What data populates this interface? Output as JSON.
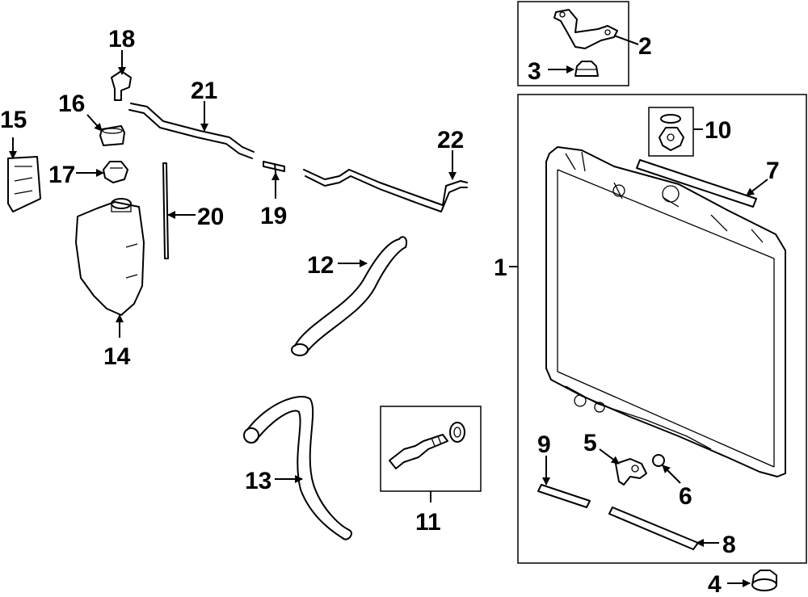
{
  "diagram": {
    "colors": {
      "line": "#000000",
      "background": "#ffffff"
    },
    "callouts": [
      {
        "id": "1",
        "label": "1"
      },
      {
        "id": "2",
        "label": "2"
      },
      {
        "id": "3",
        "label": "3"
      },
      {
        "id": "4",
        "label": "4"
      },
      {
        "id": "5",
        "label": "5"
      },
      {
        "id": "6",
        "label": "6"
      },
      {
        "id": "7",
        "label": "7"
      },
      {
        "id": "8",
        "label": "8"
      },
      {
        "id": "9",
        "label": "9"
      },
      {
        "id": "10",
        "label": "10"
      },
      {
        "id": "11",
        "label": "11"
      },
      {
        "id": "12",
        "label": "12"
      },
      {
        "id": "13",
        "label": "13"
      },
      {
        "id": "14",
        "label": "14"
      },
      {
        "id": "15",
        "label": "15"
      },
      {
        "id": "16",
        "label": "16"
      },
      {
        "id": "17",
        "label": "17"
      },
      {
        "id": "18",
        "label": "18"
      },
      {
        "id": "19",
        "label": "19"
      },
      {
        "id": "20",
        "label": "20"
      },
      {
        "id": "21",
        "label": "21"
      },
      {
        "id": "22",
        "label": "22"
      }
    ]
  }
}
